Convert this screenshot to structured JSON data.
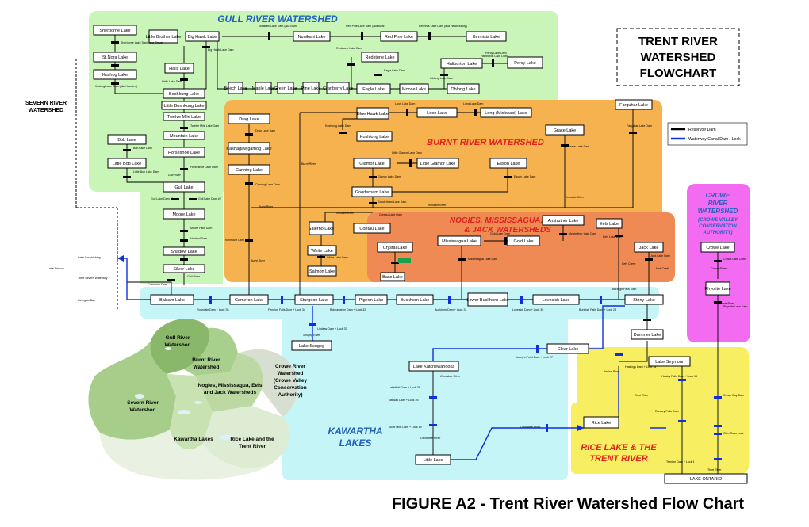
{
  "title": {
    "line1": "TRENT RIVER",
    "line2": "WATERSHED",
    "line3": "FLOWCHART"
  },
  "caption": "FIGURE A2 - Trent River Watershed Flow Chart",
  "legend": {
    "reservoir": "Reservoir Dam",
    "canal": "Waterway Canal Dam / Lock"
  },
  "colors": {
    "gull": "#c9f5b9",
    "burnt": "#f6b24f",
    "nogies": "#f08a55",
    "crowe": "#f36bf0",
    "kawartha": "#c5f5f6",
    "rice": "#f7ee62",
    "reservoir": "#000000",
    "canal": "#1030e0",
    "region_text": "#1a6bd0",
    "region_text2": "#e0201a"
  },
  "regions": {
    "gull": "GULL RIVER WATERSHED",
    "burnt": "BURNT RIVER WATERSHED",
    "nogies1": "NOGIES, MISSISSAGUA, EELS",
    "nogies2": "& JACK WATERSHEDS",
    "crowe": [
      "CROWE",
      "RIVER",
      "WATERSHED",
      "(CROWE VALLEY",
      "CONSERVATION",
      "AUTHORITY)"
    ],
    "kawartha": [
      "KAWARTHA",
      "LAKES"
    ],
    "rice": [
      "RICE LAKE & THE",
      "TRENT RIVER"
    ],
    "severn": [
      "SEVERN RIVER",
      "WATERSHED"
    ]
  },
  "lakes": {
    "sherborne": "Sherborne Lake",
    "stnora": "St.Nora Lake",
    "kushog": "Kushog Lake",
    "littlebrother": "Little Brother Lake",
    "bighawk": "Big Hawk Lake",
    "nunikani": "Nunikani Lake",
    "redpine": "Red Pine Lake",
    "kennisis": "Kennisis Lake",
    "halls": "Halls Lake",
    "redstone": "Redstone Lake",
    "haliburton": "Haliburton Lake",
    "percy": "Percy Lake",
    "boshkung": "Boshkung Lake",
    "beech": "Beech Lake",
    "maple": "Maple Lake",
    "green": "Green Lake",
    "pine": "Pine Lake",
    "cranberry": "Cranberry Lake",
    "eagle": "Eagle Lake",
    "moose": "Moose Lake",
    "oblong": "Oblong Lake",
    "littleboshkung": "Little Boshkung Lake",
    "twelvemile": "Twelve Mile Lake",
    "mountain": "Mountain Lake",
    "horseshoe": "Horseshoe Lake",
    "bob": "Bob Lake",
    "littlebob": "Little Bob Lake",
    "gull": "Gull Lake",
    "moore": "Moore Lake",
    "shadow": "Shadow Lake",
    "silver": "Silver Lake",
    "drag": "Drag Lake",
    "kashag": "Kashagawigamog Lake",
    "canning": "Canning Lake",
    "bluehawk": "Blue Hawk Lake",
    "loon": "Loon Lake",
    "long": "Long (Miskwabi) Lake",
    "farquhar": "Farquhar Lake",
    "koshlong": "Koshlong Lake",
    "grace": "Grace Lake",
    "littleglamor": "Little Glamor Lake",
    "glamor": "Glamor Lake",
    "esson": "Esson Lake",
    "gooderham": "Gooderham Lake",
    "contau": "Contau Lake",
    "salerno": "Salerno Lake",
    "white": "White Lake",
    "salmon": "Salmon Lake",
    "crystal": "Crystal Lake",
    "mississagua": "Mississagua Lake",
    "gold": "Gold Lake",
    "anstruther": "Anstruther Lake",
    "eels": "Eels Lake",
    "jack": "Jack Lake",
    "bass": "Bass Lake",
    "crowe": "Crowe Lake",
    "rhyolite": "Rhyolite Lake",
    "balsam": "Balsam Lake",
    "cameron": "Cameron Lake",
    "sturgeon": "Sturgeon Lake",
    "pigeon": "Pigeon Lake",
    "buckhorn": "Buckhorn Lake",
    "lowerbuckhorn": "Lower Buckhorn Lake",
    "lovesick": "Lovesick Lake",
    "stony": "Stony Lake",
    "scugog": "Lake Scugog",
    "clear": "Clear Lake",
    "katch": "Lake Katchewanooka",
    "little": "Little Lake",
    "dummer": "Dummer Lake",
    "seymour": "Lake Seymour",
    "rice": "Rice Lake",
    "ontario": "LAKE ONTARIO"
  },
  "dams": {
    "d1": "Sherborne Lake Dam (aka Tirrus)",
    "d2": "Kushog Lake Dam (aka Hawkins)",
    "d3": "Nunikani Lake Dam (aka Barn)",
    "d4": "Red Pine Lake Dam (aka Bear)",
    "d5": "Kennisis Lake Dam (aka Hawkesbury)",
    "d6": "Big Hawk Lake Dam",
    "d7": "Redstone Lake Dam",
    "d8": "Eagle Lake Dam",
    "d9": "Haliburton Lake Dam",
    "d10": "Oblong Lake Dam",
    "d11": "Percy Lake Dam",
    "d12": "Halls Lake Dam",
    "d13": "Twelve Mile Lake Dam",
    "d14": "Horseshoe Lake Dam",
    "d15": "Bob Lake Dam",
    "d16": "Little Bob Lake Dam",
    "d17": "Gull Lake Dam #1",
    "d18": "Gull Lake Dam #2",
    "d19": "Moore Falls Dam",
    "d20": "Norland Dam",
    "d21": "Coboconk Dam",
    "d22": "Drag Lake Dam",
    "d23": "Canning Lake Dam",
    "d24": "Kinmount Dam",
    "d25": "Loon Lake Dam",
    "d26": "Long Lake Dam",
    "d27": "Koshlong Lake Dam",
    "d28": "Grace Lake Dam",
    "d29": "Farquhar Lake Dam",
    "d30": "Little Glamor Lake Dam",
    "d31": "Glamor Lake Dam",
    "d32": "Gooderham Lake Dam",
    "d33": "Esson Lake Dam",
    "d34": "Contau Lake Dam",
    "d35": "White Lake Dam",
    "d36": "Mississagua Lake Dam",
    "d37": "Gold Lake Dam",
    "d38": "Anstruther Lake Dam",
    "d39": "Eels Lake Dam",
    "d40": "Jack Lake Dam",
    "d41": "Burleigh Falls Dam",
    "d42": "Crowe Lake Dam",
    "d43": "Rhyolite Lake Dam",
    "d44": "Rosedale Dam + Lock 35",
    "d45": "Fenelon Falls Dam + Lock 34",
    "d46": "Bobcaygeon Dam + Lock 32",
    "d47": "Buckhorn Dam + Lock 31",
    "d48": "Lovesick Dam + Lock 30",
    "d49": "Burleigh Falls Dam + Lock 28",
    "d50": "Lindsay Dam + Lock 33",
    "d51": "Young's Point Dam + Lock 27",
    "d52": "Lakefield Dam + Lock 26",
    "d53": "Nassau Dam + Lock 25",
    "d54": "Scott Mills Dam + Lock 19",
    "d55": "Hastings Dam + Lock 18",
    "d56": "Healey Falls Dam + Lock 15",
    "d57": "Crowe Bay Dam",
    "d58": "Ranney Falls Dam",
    "d59": "Glen Ross Lock",
    "d60": "Trenton Dam + Lock 1"
  },
  "rivers": {
    "gull": "Gull River",
    "burnt": "Burnt River",
    "irondale": "Irondale River",
    "crowe": "Crowe River",
    "indian": "Indian River",
    "otonabee": "Otonabee River",
    "trent": "Trent River",
    "scugog": "Scugog River",
    "jack": "Jack Creek",
    "eels": "Eels Creek"
  },
  "inset": {
    "gull": [
      "Gull River",
      "Watershed"
    ],
    "burnt": [
      "Burnt River",
      "Watershed"
    ],
    "nogies": [
      "Nogies, Mississagua, Eels",
      "and Jack Watersheds"
    ],
    "crowe": [
      "Crowe River",
      "Watershed",
      "(Crowe Valley",
      "Conservation",
      "Authority)"
    ],
    "severn": [
      "Severn River",
      "Watershed"
    ],
    "kawartha": "Kawartha Lakes",
    "rice": [
      "Rice Lake and the",
      "Trent River"
    ]
  },
  "left_labels": [
    "Lake Simcoe",
    "Lake Couchiching",
    "Trent Severn Waterway",
    "Georgian Bay"
  ]
}
